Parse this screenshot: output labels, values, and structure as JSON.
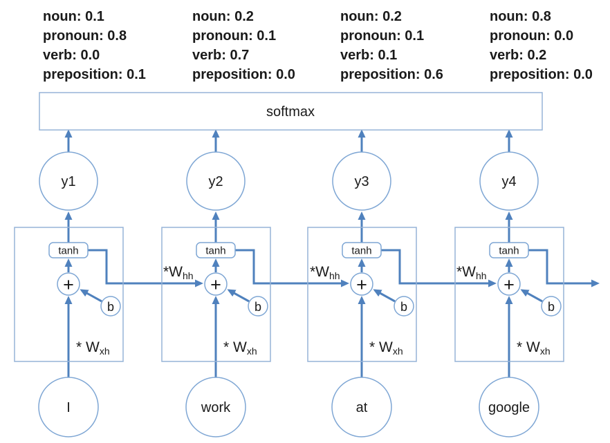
{
  "predictions": [
    {
      "lines": [
        {
          "text": "noun: 0.1",
          "color": "#1a1a1a"
        },
        {
          "text": "pronoun: 0.8",
          "color": "#3e8a2d"
        },
        {
          "text": "verb: 0.0",
          "color": "#1a1a1a"
        },
        {
          "text": "preposition: 0.1",
          "color": "#1a1a1a"
        }
      ]
    },
    {
      "lines": [
        {
          "text": "noun: 0.2",
          "color": "#1a1a1a"
        },
        {
          "text": "pronoun: 0.1",
          "color": "#1a1a1a"
        },
        {
          "text": "verb: 0.7",
          "color": "#cc3a28"
        },
        {
          "text": "preposition: 0.0",
          "color": "#1a1a1a"
        }
      ]
    },
    {
      "lines": [
        {
          "text": "noun: 0.2",
          "color": "#1a1a1a"
        },
        {
          "text": "pronoun: 0.1",
          "color": "#1a1a1a"
        },
        {
          "text": "verb: 0.1",
          "color": "#1a1a1a"
        },
        {
          "text": "preposition: 0.6",
          "color": "#d9663c"
        }
      ]
    },
    {
      "lines": [
        {
          "text": "noun: 0.8",
          "color": "#3540c8"
        },
        {
          "text": "pronoun: 0.0",
          "color": "#1a1a1a"
        },
        {
          "text": "verb: 0.2",
          "color": "#1a1a1a"
        },
        {
          "text": "preposition: 0.0",
          "color": "#1a1a1a"
        }
      ]
    }
  ],
  "softmax_label": "softmax",
  "outputs": [
    "y1",
    "y2",
    "y3",
    "y4"
  ],
  "inputs": [
    "I",
    "work",
    "at",
    "google"
  ],
  "cell": {
    "tanh": "tanh",
    "plus": "+",
    "bias": "b",
    "whh_main": "*W",
    "whh_sub": "hh",
    "wxh_main": "* W",
    "wxh_sub": "xh"
  },
  "colors": {
    "arrow": "#4f81bd",
    "shape_stroke": "#7ea6d4",
    "box_stroke": "#95b3d7",
    "text": "#1a1a1a",
    "pronoun_green": "#3e8a2d",
    "verb_red": "#cc3a28",
    "preposition_orange": "#d9663c",
    "noun_blue": "#3540c8"
  }
}
